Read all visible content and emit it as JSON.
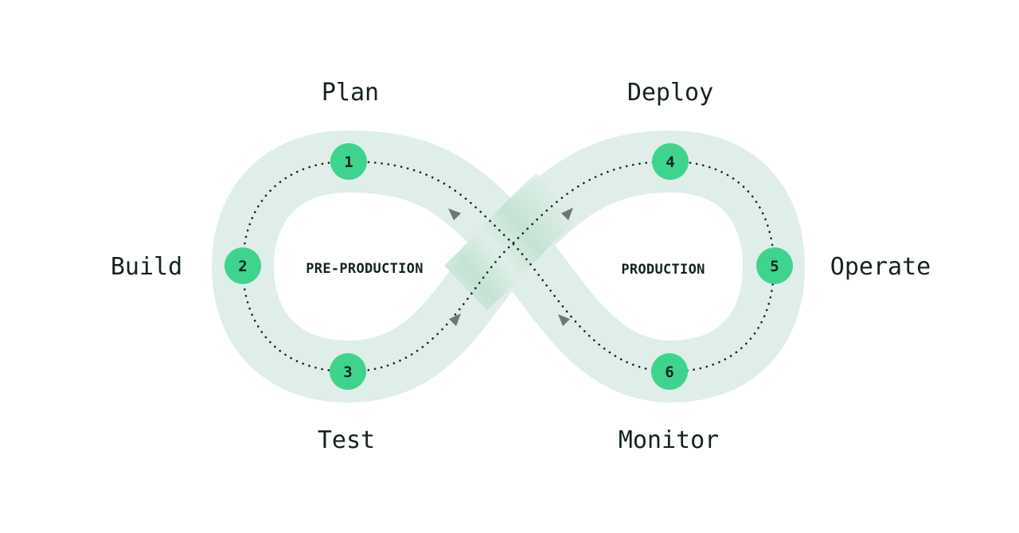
{
  "colors": {
    "band": "#dfeee8",
    "band_shadow": "#b3dcc6",
    "node": "#3ed48e",
    "text": "#15231d",
    "arrow": "#6f7771"
  },
  "regions": {
    "left": "PRE-PRODUCTION",
    "right": "PRODUCTION"
  },
  "stages": [
    {
      "number": "1",
      "label": "Plan"
    },
    {
      "number": "2",
      "label": "Build"
    },
    {
      "number": "3",
      "label": "Test"
    },
    {
      "number": "4",
      "label": "Deploy"
    },
    {
      "number": "5",
      "label": "Operate"
    },
    {
      "number": "6",
      "label": "Monitor"
    }
  ]
}
